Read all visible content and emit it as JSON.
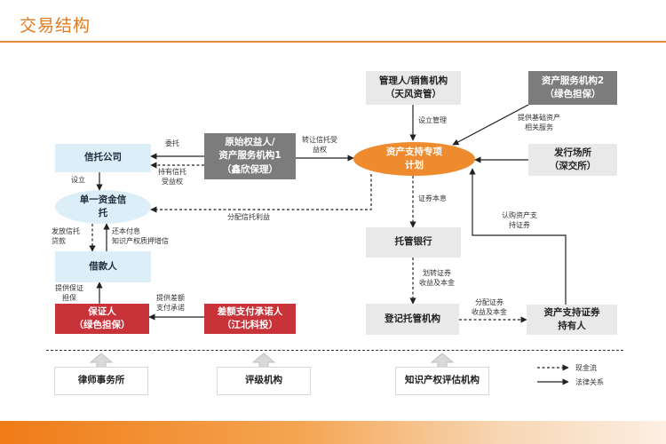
{
  "title": "交易结构",
  "nodes": {
    "manager": "管理人/销售机构\n（天风资管）",
    "servicer2": "资产服务机构2\n（绿色担保）",
    "originator": "原始权益人/\n资产服务机构1\n（鑫欣保理）",
    "trust_company": "信托公司",
    "spv": "资产支持专项\n计划",
    "exchange": "发行场所\n（深交所）",
    "single_trust": "单一资金信\n托",
    "custodian": "托管银行",
    "borrower": "借款人",
    "guarantor": "保证人\n（绿色担保）",
    "shortfall": "差额支付承诺人\n（江北科投）",
    "registrar": "登记托管机构",
    "holders": "资产支持证券\n持有人",
    "law_firm": "律师事务所",
    "rating": "评级机构",
    "ip_appraiser": "知识产权评估机构"
  },
  "edge_labels": {
    "entrust": "委托",
    "trust_benefit": "持有信托\n受益权",
    "transfer_trust": "转让信托受\n益权",
    "setup_manage": "设立管理",
    "basic_service": "提供基础资产\n相关服务",
    "establish": "设立",
    "distribute_trust": "分配信托利益",
    "lend": "发放信托\n贷款",
    "repay": "还本付息\n知识产权质押增信",
    "proceeds": "证券本息",
    "subscribe": "认购资产支\n持证券",
    "provide_guarantee": "提供保证\n担保",
    "provide_shortfall": "提供差额\n支付承诺",
    "transfer_proceeds": "划转证券\n收益及本金",
    "distribute_proceeds": "分配证券\n收益及本金"
  },
  "legend": {
    "cash_flow": "现金流",
    "legal_relation": "法律关系"
  },
  "colors": {
    "accent_orange": "#ef8b2f",
    "node_light_blue": "#dceef7",
    "node_gray": "#e9e9e9",
    "node_dark_gray": "#7c7c7c",
    "node_red": "#c8333a"
  }
}
